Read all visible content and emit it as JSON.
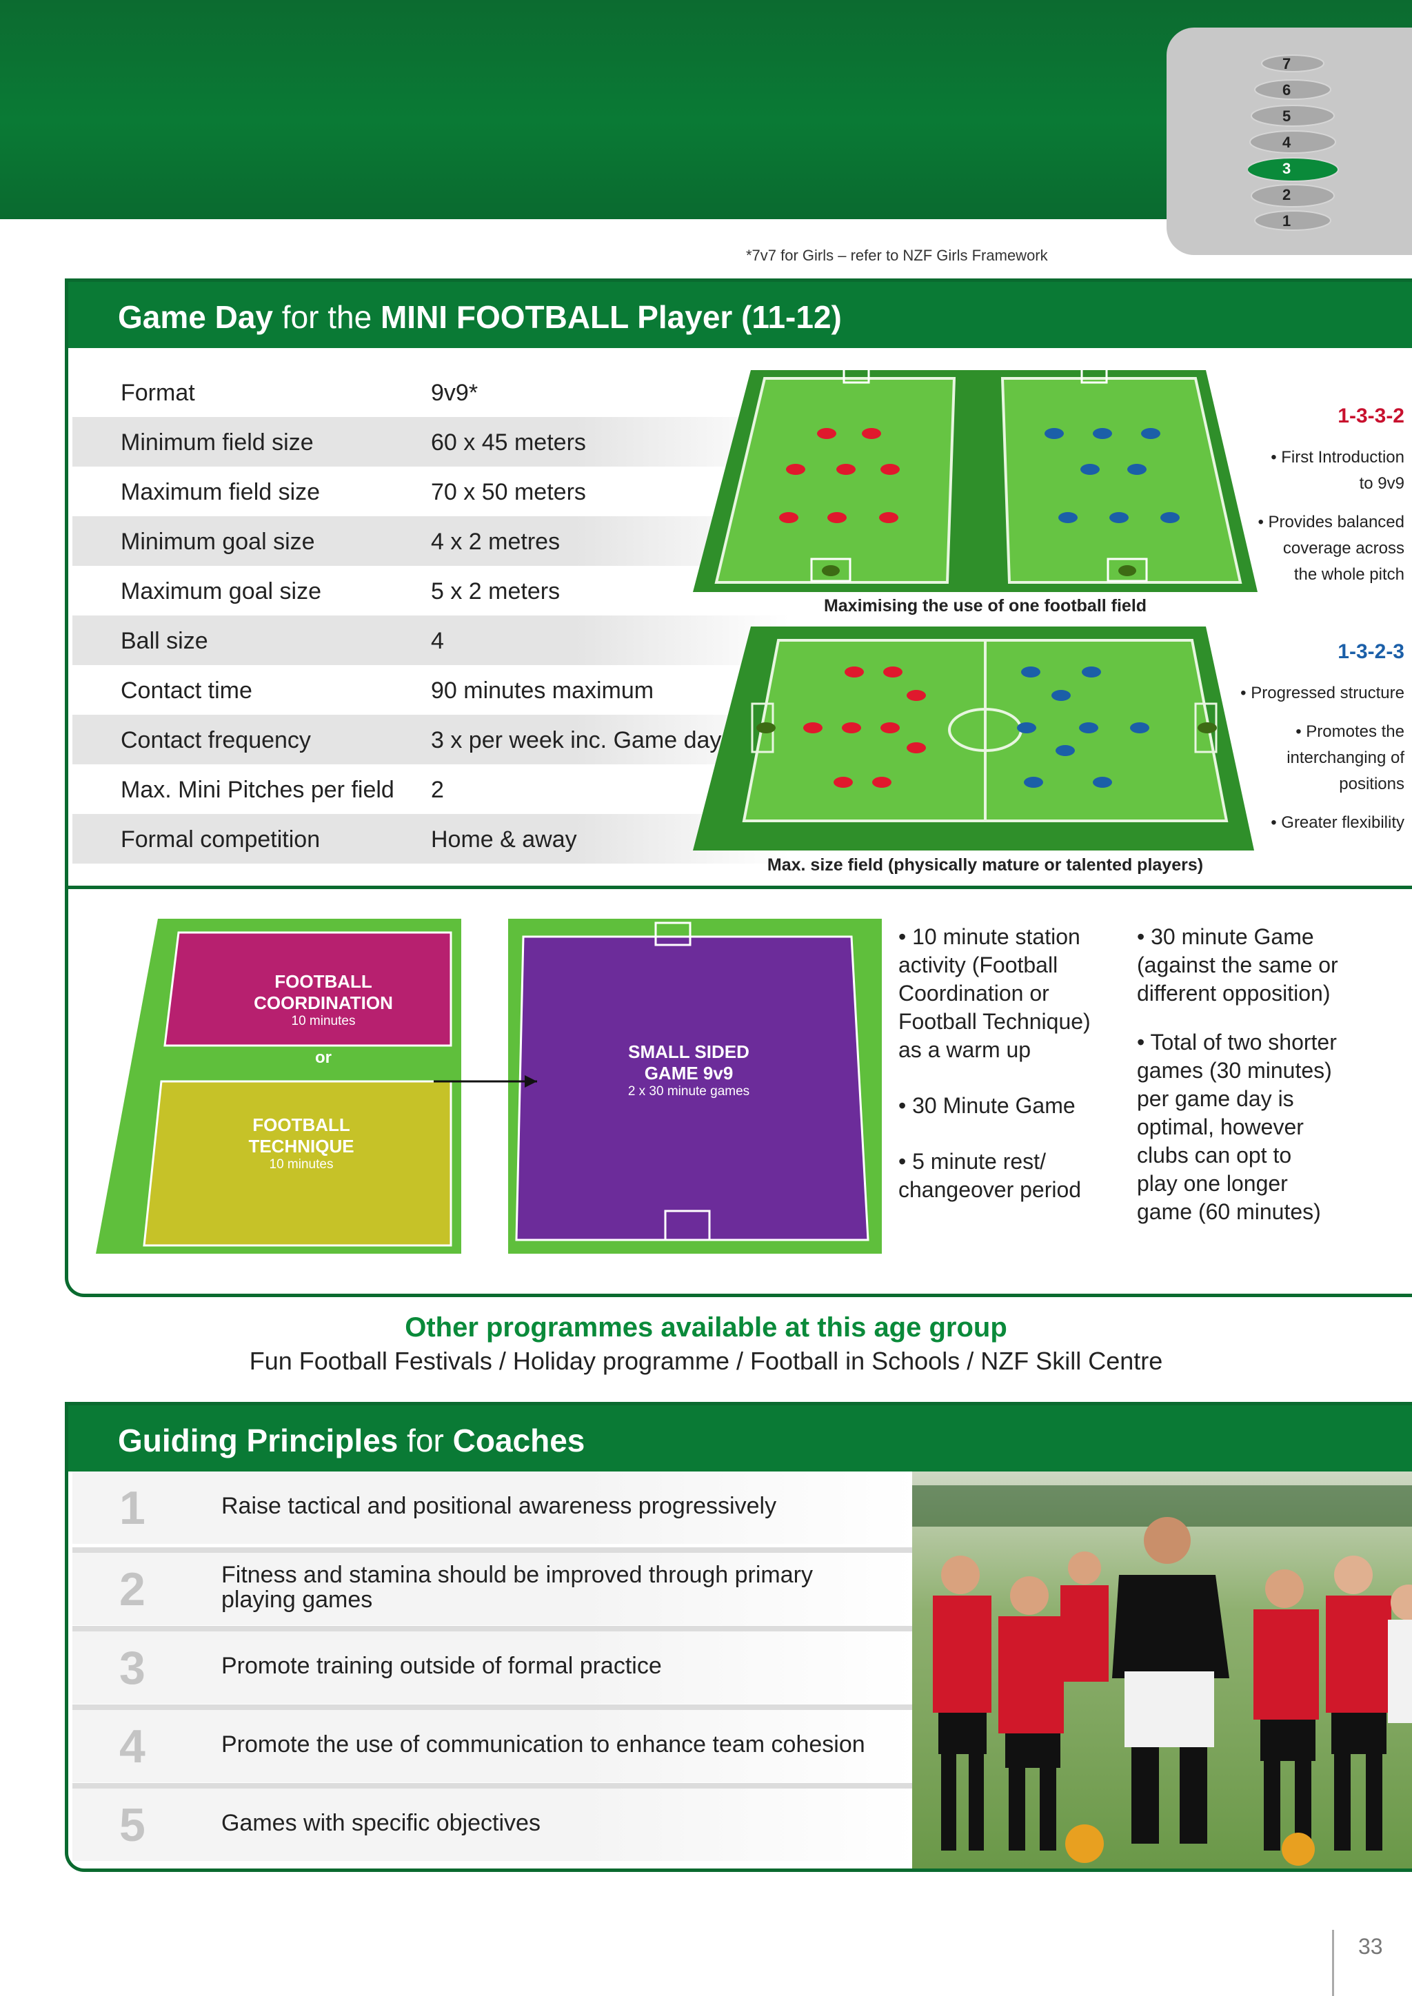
{
  "level_stack": [
    "7",
    "6",
    "5",
    "4",
    "3",
    "2",
    "1"
  ],
  "level_active": "3",
  "footnote": "*7v7 for Girls – refer to NZF Girls Framework",
  "game_day": {
    "title_a": "Game Day",
    "title_b": " for the ",
    "title_c": "MINI FOOTBALL Player (11-12)",
    "rows": [
      {
        "label": "Format",
        "value": "9v9*"
      },
      {
        "label": "Minimum field size",
        "value": " 60 x 45 meters"
      },
      {
        "label": "Maximum field size",
        "value": "70 x 50 meters"
      },
      {
        "label": "Minimum goal size",
        "value": "4 x 2 metres"
      },
      {
        "label": "Maximum goal size",
        "value": "5 x 2 meters"
      },
      {
        "label": "Ball size",
        "value": "4"
      },
      {
        "label": "Contact time",
        "value": "90 minutes maximum"
      },
      {
        "label": "Contact frequency",
        "value": "3 x per week inc. Game day"
      },
      {
        "label": "Max. Mini Pitches per field",
        "value": "2"
      },
      {
        "label": "Formal competition",
        "value": "Home & away"
      }
    ],
    "caption_one": "Maximising the use of one football field",
    "caption_two": "Max. size field (physically mature or talented players)",
    "formation_a": {
      "name": "1-3-3-2",
      "color": "#c8102e",
      "notes": [
        "• First Introduction",
        "to 9v9",
        "• Provides balanced",
        "coverage across",
        "the whole pitch"
      ]
    },
    "formation_b": {
      "name": "1-3-2-3",
      "color": "#1b5fa8",
      "notes": [
        "• Progressed structure",
        "• Promotes the",
        "interchanging of",
        "positions",
        "• Greater flexibility"
      ]
    }
  },
  "session": {
    "zone_coordination": {
      "title_1": "FOOTBALL",
      "title_2": "COORDINATION",
      "sub": "10 minutes"
    },
    "or_label": "or",
    "zone_technique": {
      "title_1": "FOOTBALL",
      "title_2": "TECHNIQUE",
      "sub": "10 minutes"
    },
    "zone_game": {
      "title_1": "SMALL SIDED",
      "title_2": "GAME 9v9",
      "sub": "2 x 30 minute games"
    },
    "bullets_left": [
      [
        "• 10 minute station",
        "activity (Football",
        "Coordination or",
        "Football Technique)",
        "as a warm up"
      ],
      [
        "• 30 Minute Game"
      ],
      [
        "• 5 minute rest/",
        "changeover period"
      ]
    ],
    "bullets_right": [
      [
        "• 30 minute Game",
        "(against the same or",
        "different opposition)"
      ],
      [
        "• Total of two shorter",
        "games (30 minutes)",
        "per game day is",
        "optimal, however",
        "clubs can opt to",
        "play one longer",
        "game (60 minutes)"
      ]
    ]
  },
  "other": {
    "title": "Other programmes available at this age group",
    "list": "Fun Football Festivals / Holiday programme / Football in Schools / NZF Skill Centre"
  },
  "principles": {
    "title_a": "Guiding Principles",
    "title_b": " for ",
    "title_c": "Coaches",
    "items": [
      {
        "num": "1",
        "text": "Raise tactical and positional awareness progressively"
      },
      {
        "num": "2",
        "text": "Fitness and stamina should be improved through primary playing games"
      },
      {
        "num": "3",
        "text": "Promote training outside of formal practice"
      },
      {
        "num": "4",
        "text": "Promote the use of communication to enhance team cohesion"
      },
      {
        "num": "5",
        "text": "Games with specific objectives"
      }
    ]
  },
  "page_number": "33",
  "colors": {
    "green_dark": "#0a6a2f",
    "green_accent": "#0a8a3a",
    "pitch": "#5fbf3c",
    "magenta": "#b7206f",
    "olive": "#c6c228",
    "purple": "#6c2c9a"
  }
}
